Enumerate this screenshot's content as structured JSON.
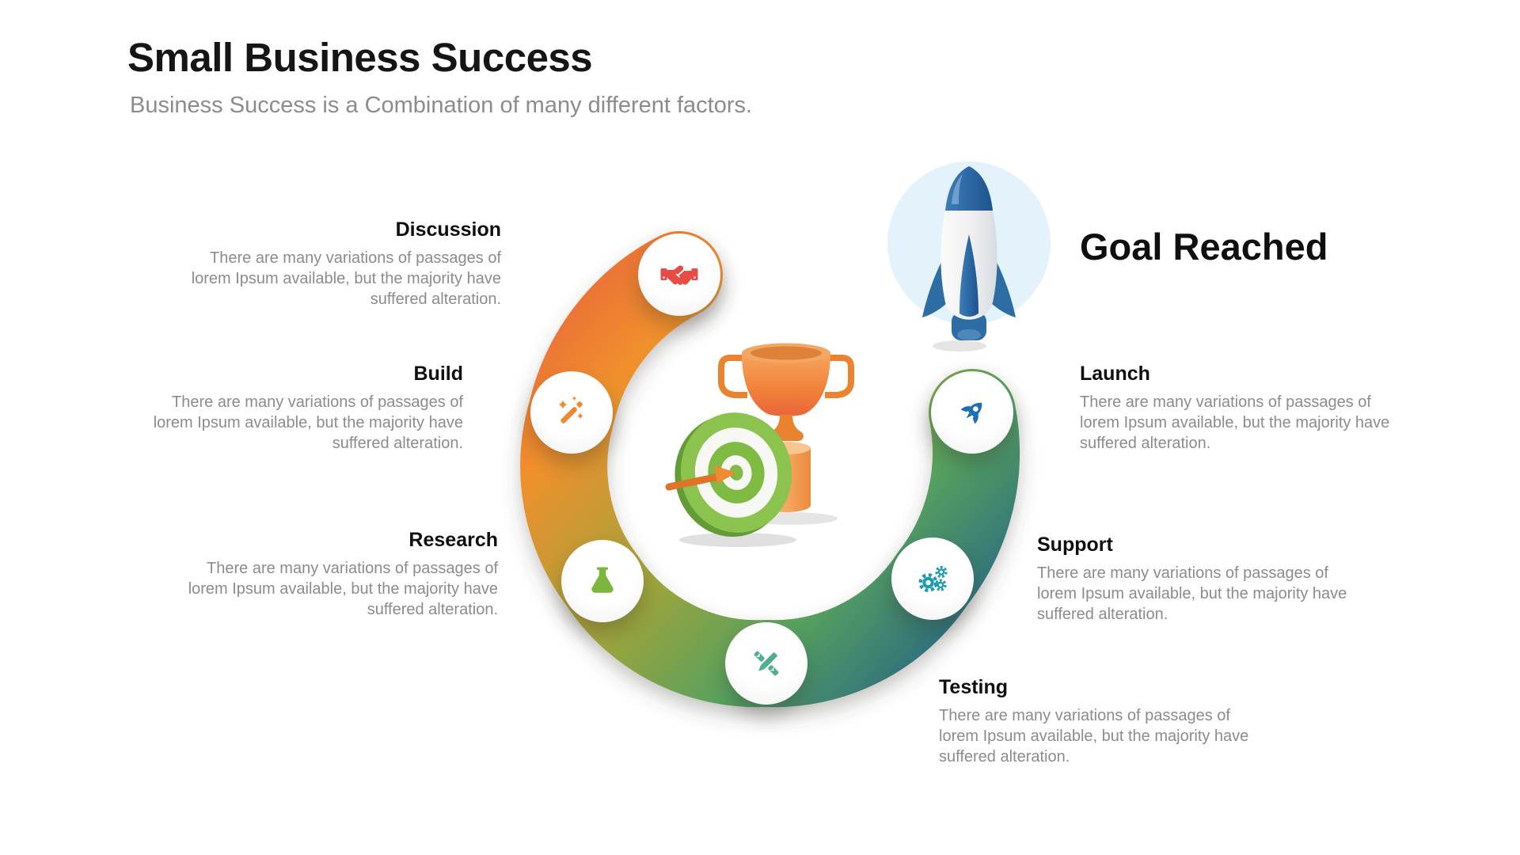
{
  "header": {
    "title": "Small Business Success",
    "subtitle": "Business Success is a Combination of many different factors."
  },
  "goal": {
    "label": "Goal Reached"
  },
  "steps": [
    {
      "label": "Discussion",
      "description": "There are many variations of passages of lorem Ipsum available, but the majority have suffered alteration.",
      "icon": "handshake-icon",
      "icon_color": "#E84C44"
    },
    {
      "label": "Build",
      "description": "There are many variations of passages of lorem Ipsum available, but the majority have suffered alteration.",
      "icon": "magic-wand-icon",
      "icon_color": "#F0882D"
    },
    {
      "label": "Research",
      "description": "There are many variations of passages of lorem Ipsum available, but the majority have suffered alteration.",
      "icon": "flask-icon",
      "icon_color": "#7CB63F"
    },
    {
      "label": "Testing",
      "description": "There are many variations of passages of lorem Ipsum available, but the majority have suffered alteration.",
      "icon": "pencil-ruler-icon",
      "icon_color": "#4FAE8D"
    },
    {
      "label": "Support",
      "description": "There are many variations of passages of lorem Ipsum available, but the majority have suffered alteration.",
      "icon": "gears-icon",
      "icon_color": "#1E9BB3"
    },
    {
      "label": "Launch",
      "description": "There are many variations of passages of lorem Ipsum available, but the majority have suffered alteration.",
      "icon": "rocket-icon",
      "icon_color": "#1D6EB5"
    }
  ],
  "colors": {
    "band_gradient": [
      "#E95F3D",
      "#F0902C",
      "#9CA43C",
      "#57A15F",
      "#2E6F7E"
    ],
    "trophy_orange": "#EE7A2F",
    "target_green": "#8CC24E",
    "rocket_blue": "#2D6DA4",
    "rocket_halo": "#E4F2FB",
    "heading_text": "#151515",
    "body_text": "#8C8C8C"
  }
}
